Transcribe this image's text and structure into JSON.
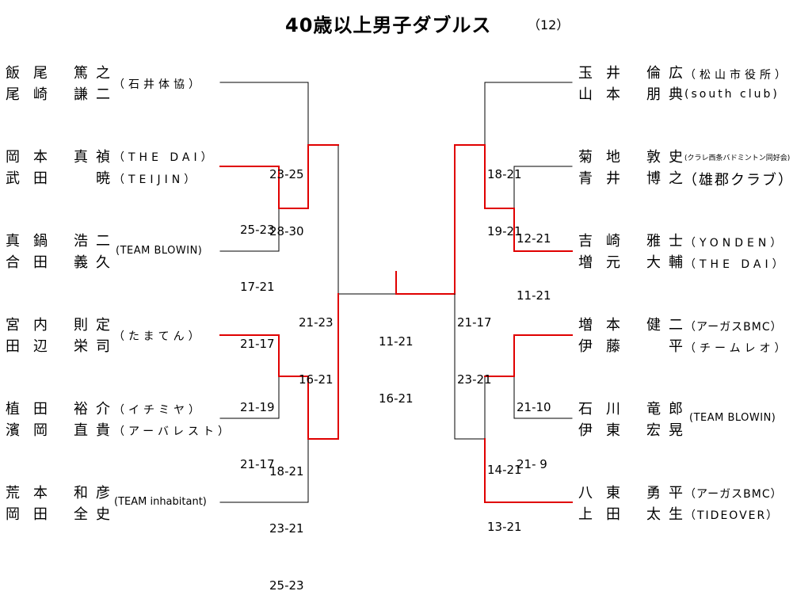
{
  "title": "40歳以上男子ダブルス",
  "draw_count": "（12）",
  "colors": {
    "winner_line": "#e00000",
    "line": "#000000"
  },
  "left": [
    {
      "players": [
        [
          "飯",
          "尾",
          "篤",
          "之"
        ],
        [
          "尾",
          "崎",
          "謙",
          "二"
        ]
      ],
      "club": "（石井体協）"
    },
    {
      "players": [
        [
          "岡",
          "本",
          "真",
          "禎"
        ],
        [
          "武",
          "田",
          "",
          "暁"
        ]
      ],
      "clubs": [
        "（THE DAI）",
        "（TEIJIN）"
      ]
    },
    {
      "players": [
        [
          "真",
          "鍋",
          "浩",
          "二"
        ],
        [
          "合",
          "田",
          "義",
          "久"
        ]
      ],
      "club": "(TEAM BLOWIN)"
    },
    {
      "players": [
        [
          "宮",
          "内",
          "則",
          "定"
        ],
        [
          "田",
          "辺",
          "栄",
          "司"
        ]
      ],
      "club": "（たまてん）"
    },
    {
      "players": [
        [
          "植",
          "田",
          "裕",
          "介"
        ],
        [
          "濱",
          "岡",
          "直",
          "貴"
        ]
      ],
      "clubs": [
        "（イチミヤ）",
        "（アーバレスト）"
      ]
    },
    {
      "players": [
        [
          "荒",
          "本",
          "和",
          "彦"
        ],
        [
          "岡",
          "田",
          "全",
          "史"
        ]
      ],
      "club": "(TEAM inhabitant)"
    }
  ],
  "right": [
    {
      "players": [
        [
          "玉",
          "井",
          "倫",
          "広"
        ],
        [
          "山",
          "本",
          "朋",
          "典"
        ]
      ],
      "clubs": [
        "（松山市役所）",
        "(south club)"
      ]
    },
    {
      "players": [
        [
          "菊",
          "地",
          "敦",
          "史"
        ],
        [
          "青",
          "井",
          "博",
          "之"
        ]
      ],
      "clubs": [
        "(クラレ西条バドミントン同好会)",
        "（雄郡クラブ）"
      ]
    },
    {
      "players": [
        [
          "吉",
          "崎",
          "雅",
          "士"
        ],
        [
          "増",
          "元",
          "大",
          "輔"
        ]
      ],
      "clubs": [
        "（YONDEN）",
        "（THE DAI）"
      ]
    },
    {
      "players": [
        [
          "増",
          "本",
          "健",
          "二"
        ],
        [
          "伊",
          "藤",
          "",
          "平"
        ]
      ],
      "clubs": [
        "（アーガスBMC）",
        "（チームレオ）"
      ]
    },
    {
      "players": [
        [
          "石",
          "川",
          "竜",
          "郎"
        ],
        [
          "伊",
          "東",
          "宏",
          "晃"
        ]
      ],
      "club": "(TEAM BLOWIN)"
    },
    {
      "players": [
        [
          "八",
          "東",
          "勇",
          "平"
        ],
        [
          "上",
          "田",
          "太",
          "生"
        ]
      ],
      "clubs": [
        "（アーガスBMC）",
        "（TIDEOVER）"
      ]
    }
  ],
  "scores": {
    "left_r1_top": [
      "25-23",
      "17-21",
      "21-17"
    ],
    "left_r2_top": [
      "23-25",
      "28-30"
    ],
    "left_r1_bottom": [
      "21-19",
      "21-17"
    ],
    "left_r2_bottom": [
      "18-21",
      "23-21",
      "25-23"
    ],
    "left_semi": [
      "21-23",
      "16-21"
    ],
    "final": [
      "11-21",
      "16-21"
    ],
    "right_semi": [
      "21-17",
      "23-21"
    ],
    "right_r2_top": [
      "18-21",
      "19-21"
    ],
    "right_r1_top": [
      "12-21",
      "11-21"
    ],
    "right_r1_bottom": [
      "21-10",
      "21- 9"
    ],
    "right_r2_bottom": [
      "14-21",
      "13-21"
    ]
  }
}
